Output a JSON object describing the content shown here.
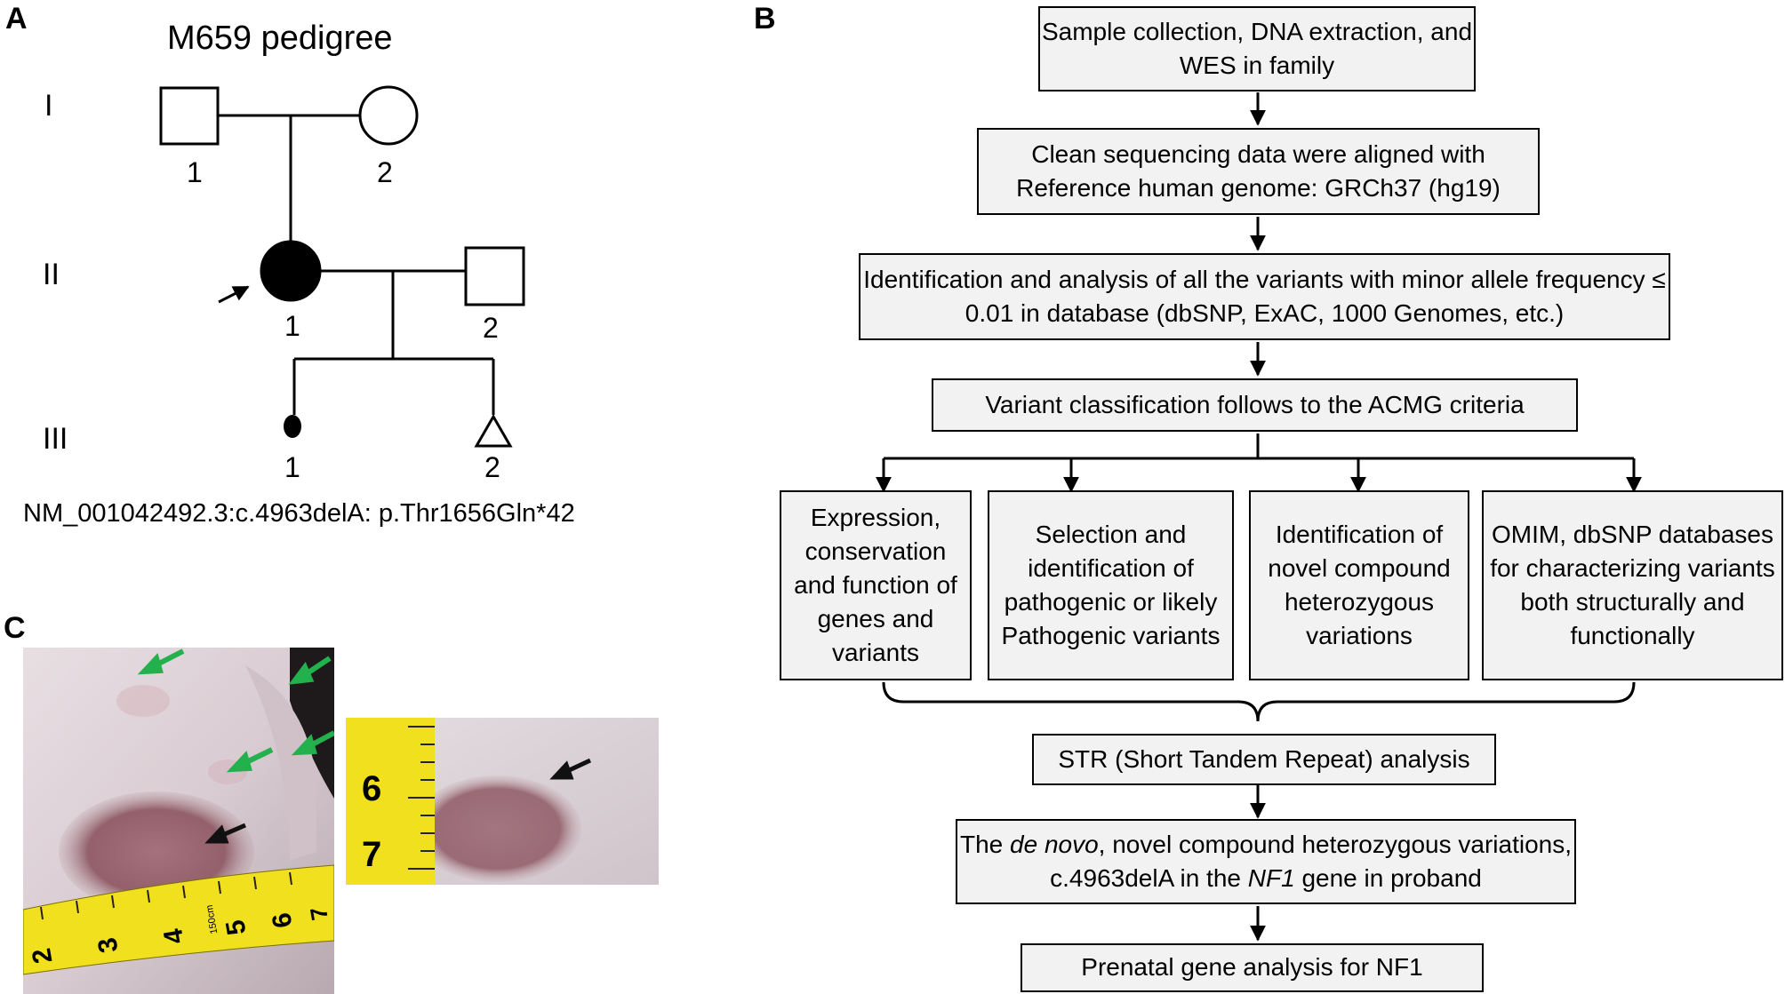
{
  "panels": {
    "a": "A",
    "b": "B",
    "c": "C"
  },
  "pedigree": {
    "title": "M659 pedigree",
    "generations": [
      "I",
      "II",
      "III"
    ],
    "individuals": {
      "i1": "1",
      "i2": "2",
      "ii1": "1",
      "ii2": "2",
      "iii1": "1",
      "iii2": "2"
    },
    "variant": "NM_001042492.3:c.4963delA: p.Thr1656Gln*42"
  },
  "flowchart": {
    "step1": "Sample collection, DNA extraction, and WES in family",
    "step2": "Clean sequencing data were aligned with Reference human genome: GRCh37 (hg19)",
    "step3": "Identification and analysis of all the variants with minor allele frequency ≤ 0.01 in database (dbSNP, ExAC, 1000 Genomes, etc.)",
    "step4": "Variant classification follows to the ACMG criteria",
    "branches": [
      "Expression, conservation and function of genes and variants",
      "Selection and identification of pathogenic or likely Pathogenic variants",
      "Identification of novel compound heterozygous variations",
      "OMIM, dbSNP databases for characterizing variants both structurally and functionally"
    ],
    "step5": "STR (Short Tandem Repeat) analysis",
    "step6": {
      "a": "The ",
      "b": "de novo",
      "c": ", novel compound heterozygous variations, c.4963delA in the ",
      "d": "NF1",
      "e": " gene in proband"
    },
    "step7": "Prenatal gene analysis for NF1"
  },
  "photos": {
    "tape_left": [
      "2",
      "3",
      "4",
      "5",
      "6",
      "7"
    ],
    "tape_left_small": "150cm",
    "tape_right": [
      "6",
      "7"
    ]
  },
  "colors": {
    "arrow_green": "#22b14c",
    "arrow_black": "#111111",
    "tape_yellow": "#f0e01e",
    "box_fill": "#f2f2f2"
  }
}
